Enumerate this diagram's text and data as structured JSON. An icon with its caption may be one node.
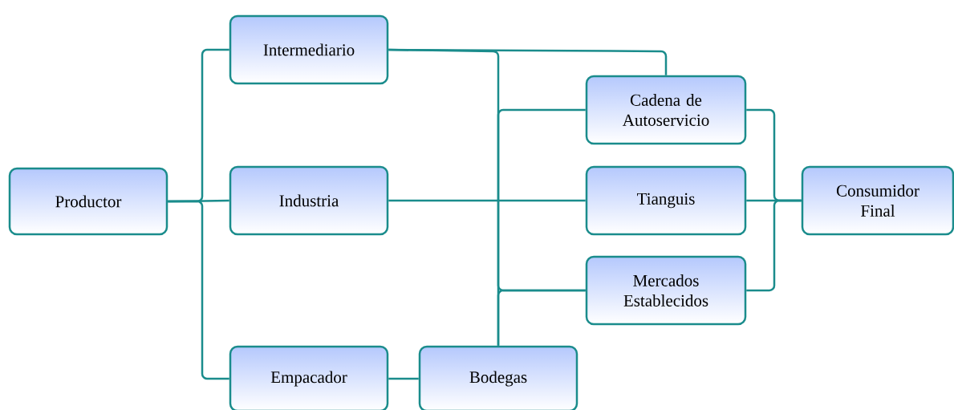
{
  "diagram": {
    "nodes": [
      {
        "text": [
          "Productor"
        ]
      },
      {
        "text": [
          "Intermediario"
        ]
      },
      {
        "text": [
          "Industria"
        ]
      },
      {
        "text": [
          "Empacador"
        ]
      },
      {
        "text": [
          "Bodegas"
        ]
      },
      {
        "text": [
          "Cadena de Autoservicio"
        ]
      },
      {
        "text": [
          "Tianguis"
        ]
      },
      {
        "text": [
          "Mercados Establecidos"
        ]
      },
      {
        "text": [
          "Consumidor Final"
        ]
      }
    ],
    "edges": [
      {
        "from": 0,
        "to": 1,
        "arrow": "none"
      },
      {
        "from": 0,
        "to": 2,
        "arrow": "none"
      },
      {
        "from": 0,
        "to": 3,
        "arrow": "none"
      },
      {
        "from": 3,
        "to": 4,
        "arrow": "none"
      },
      {
        "from": 1,
        "to": 5,
        "arrow": "none"
      },
      {
        "from": 2,
        "to": 6,
        "arrow": "none"
      },
      {
        "from": 4,
        "to": 5,
        "arrow": "none"
      },
      {
        "from": 4,
        "to": 7,
        "arrow": "none"
      },
      {
        "from": 1,
        "to": 7,
        "arrow": "none"
      },
      {
        "from": 5,
        "to": 8,
        "arrow": "none"
      },
      {
        "from": 6,
        "to": 8,
        "arrow": "none"
      },
      {
        "from": 7,
        "to": 8,
        "arrow": "none"
      }
    ]
  }
}
